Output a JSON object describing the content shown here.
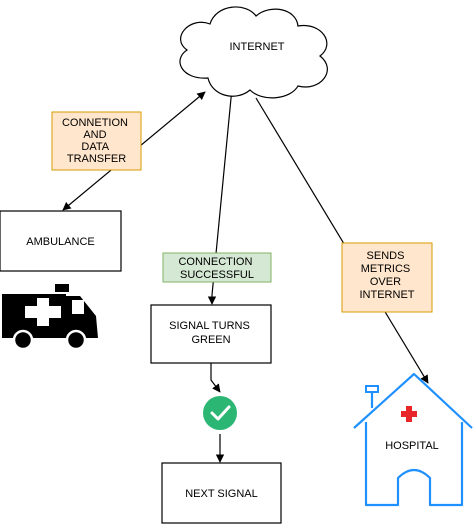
{
  "colors": {
    "label_orange_fill": "#FFE6CC",
    "label_orange_stroke": "#D79B00",
    "label_green_fill": "#D5E8D4",
    "label_green_stroke": "#82B366",
    "hospital_blue": "#1E90FF",
    "cross_red": "#E8262A",
    "check_green": "#2BB673"
  },
  "nodes": {
    "internet": "INTERNET",
    "ambulance": "AMBULANCE",
    "signal": [
      "SIGNAL TURNS",
      "GREEN"
    ],
    "next_signal": "NEXT SIGNAL",
    "hospital": "HOSPITAL"
  },
  "edge_labels": {
    "data_transfer": [
      "CONNETION",
      "AND",
      "DATA",
      "TRANSFER"
    ],
    "connection_successful": [
      "CONNECTION",
      "SUCCESSFUL"
    ],
    "sends_metrics": [
      "SENDS",
      "METRICS",
      "OVER",
      "INTERNET"
    ]
  },
  "icons": {
    "ambulance": "ambulance-icon",
    "check": "check-circle-icon",
    "hospital": "hospital-house-icon"
  }
}
